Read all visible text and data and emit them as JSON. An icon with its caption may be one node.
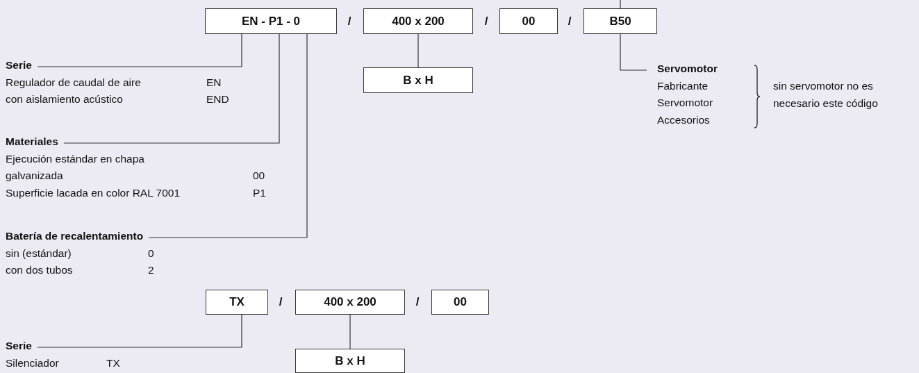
{
  "diagram": {
    "nodes": [
      {
        "text": [
          "EN - P1 - 0"
        ]
      },
      {
        "text": [
          "400 x 200"
        ]
      },
      {
        "text": [
          "00"
        ]
      },
      {
        "text": [
          "B50"
        ]
      },
      {
        "text": [
          "B x H"
        ]
      },
      {
        "text": [
          "Serie",
          "Regulador de caudal de aire",
          "EN",
          "con aislamiento acústico",
          "END"
        ]
      },
      {
        "text": [
          "Materiales",
          "Ejecución estándar en chapa galvanizada",
          "00",
          "Superficie lacada en color RAL 7001",
          "P1"
        ]
      },
      {
        "text": [
          "Batería de recalentamiento",
          "sin (estándar)",
          "0",
          "con dos tubos",
          "2"
        ]
      },
      {
        "text": [
          "Servomotor",
          "Fabricante",
          "Servomotor",
          "Accesorios"
        ]
      },
      {
        "text": [
          "TX"
        ]
      },
      {
        "text": [
          "400 x 200"
        ]
      },
      {
        "text": [
          "00"
        ]
      },
      {
        "text": [
          "B x H"
        ]
      },
      {
        "text": [
          "Serie",
          "Silenciador",
          "TX"
        ]
      }
    ],
    "edges": [
      {
        "from": 0,
        "to": 5,
        "arrow": "none"
      },
      {
        "from": 0,
        "to": 6,
        "arrow": "none"
      },
      {
        "from": 0,
        "to": 7,
        "arrow": "none"
      },
      {
        "from": 1,
        "to": 4,
        "arrow": "none"
      },
      {
        "from": null,
        "to": 3,
        "arrow": "none"
      },
      {
        "from": 3,
        "to": 8,
        "arrow": "none"
      },
      {
        "from": 9,
        "to": 13,
        "arrow": "none"
      },
      {
        "from": 10,
        "to": 12,
        "arrow": "none"
      }
    ],
    "labels": [
      "/",
      "/",
      "/",
      "sin servomotor no es necesario este código",
      "/",
      "/"
    ]
  }
}
